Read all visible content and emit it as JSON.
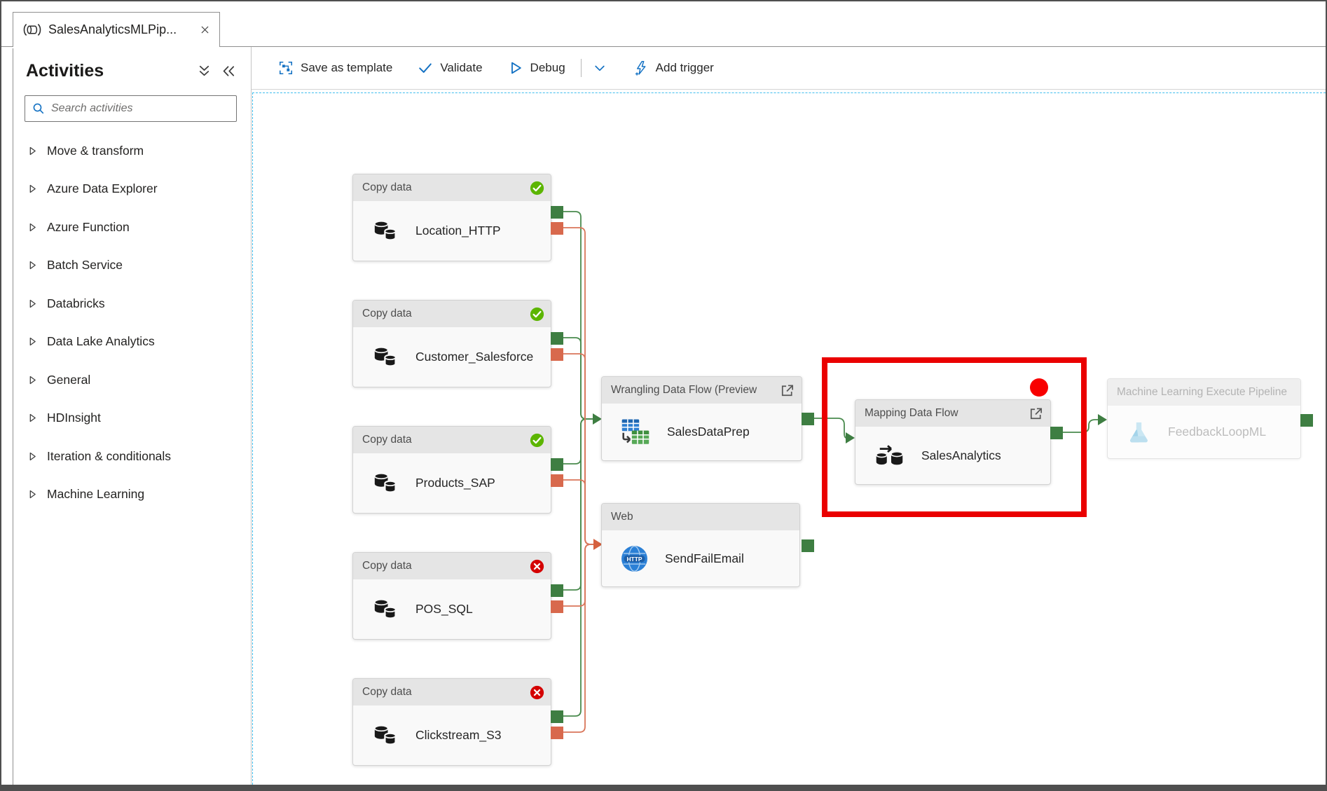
{
  "tab": {
    "title": "SalesAnalyticsMLPip..."
  },
  "sidebar": {
    "title": "Activities",
    "search_placeholder": "Search activities",
    "items": [
      {
        "label": "Move & transform"
      },
      {
        "label": "Azure Data Explorer"
      },
      {
        "label": "Azure Function"
      },
      {
        "label": "Batch Service"
      },
      {
        "label": "Databricks"
      },
      {
        "label": "Data Lake Analytics"
      },
      {
        "label": "General"
      },
      {
        "label": "HDInsight"
      },
      {
        "label": "Iteration & conditionals"
      },
      {
        "label": "Machine Learning"
      }
    ]
  },
  "toolbar": {
    "save_as_template": "Save as template",
    "validate": "Validate",
    "debug": "Debug",
    "add_trigger": "Add trigger"
  },
  "canvas": {
    "nodes": [
      {
        "type": "Copy data",
        "name": "Location_HTTP",
        "status": "succeeded"
      },
      {
        "type": "Copy data",
        "name": "Customer_Salesforce",
        "status": "succeeded"
      },
      {
        "type": "Copy data",
        "name": "Products_SAP",
        "status": "succeeded"
      },
      {
        "type": "Copy data",
        "name": "POS_SQL",
        "status": "failed"
      },
      {
        "type": "Copy data",
        "name": "Clickstream_S3",
        "status": "failed"
      },
      {
        "type": "Wrangling Data Flow (Preview",
        "name": "SalesDataPrep"
      },
      {
        "type": "Web",
        "name": "SendFailEmail"
      },
      {
        "type": "Mapping Data Flow",
        "name": "SalesAnalytics",
        "highlighted": true
      },
      {
        "type": "Machine Learning Execute Pipeline",
        "name": "FeedbackLoopML",
        "disabled": true
      }
    ],
    "colors": {
      "success_badge": "#5cb500",
      "failure_badge": "#d40000",
      "link_success": "#4a8b4e",
      "link_failure": "#d8694d",
      "highlight": "#ea0000",
      "canvas_border": "#3fbeee",
      "accent_blue": "#1371c3"
    }
  }
}
